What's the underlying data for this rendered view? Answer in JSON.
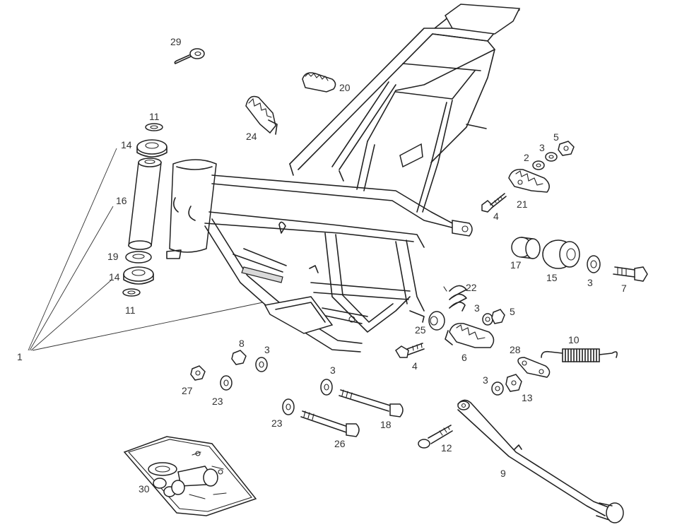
{
  "callouts": [
    {
      "label": "1"
    },
    {
      "label": "2"
    },
    {
      "label": "3"
    },
    {
      "label": "3"
    },
    {
      "label": "3"
    },
    {
      "label": "3"
    },
    {
      "label": "3"
    },
    {
      "label": "3"
    },
    {
      "label": "4"
    },
    {
      "label": "4"
    },
    {
      "label": "5"
    },
    {
      "label": "5"
    },
    {
      "label": "6"
    },
    {
      "label": "7"
    },
    {
      "label": "8"
    },
    {
      "label": "9"
    },
    {
      "label": "10"
    },
    {
      "label": "11"
    },
    {
      "label": "11"
    },
    {
      "label": "12"
    },
    {
      "label": "13"
    },
    {
      "label": "14"
    },
    {
      "label": "14"
    },
    {
      "label": "15"
    },
    {
      "label": "16"
    },
    {
      "label": "17"
    },
    {
      "label": "18"
    },
    {
      "label": "19"
    },
    {
      "label": "20"
    },
    {
      "label": "21"
    },
    {
      "label": "22"
    },
    {
      "label": "23"
    },
    {
      "label": "23"
    },
    {
      "label": "24"
    },
    {
      "label": "25"
    },
    {
      "label": "26"
    },
    {
      "label": "27"
    },
    {
      "label": "28"
    },
    {
      "label": "29"
    },
    {
      "label": "30"
    }
  ]
}
